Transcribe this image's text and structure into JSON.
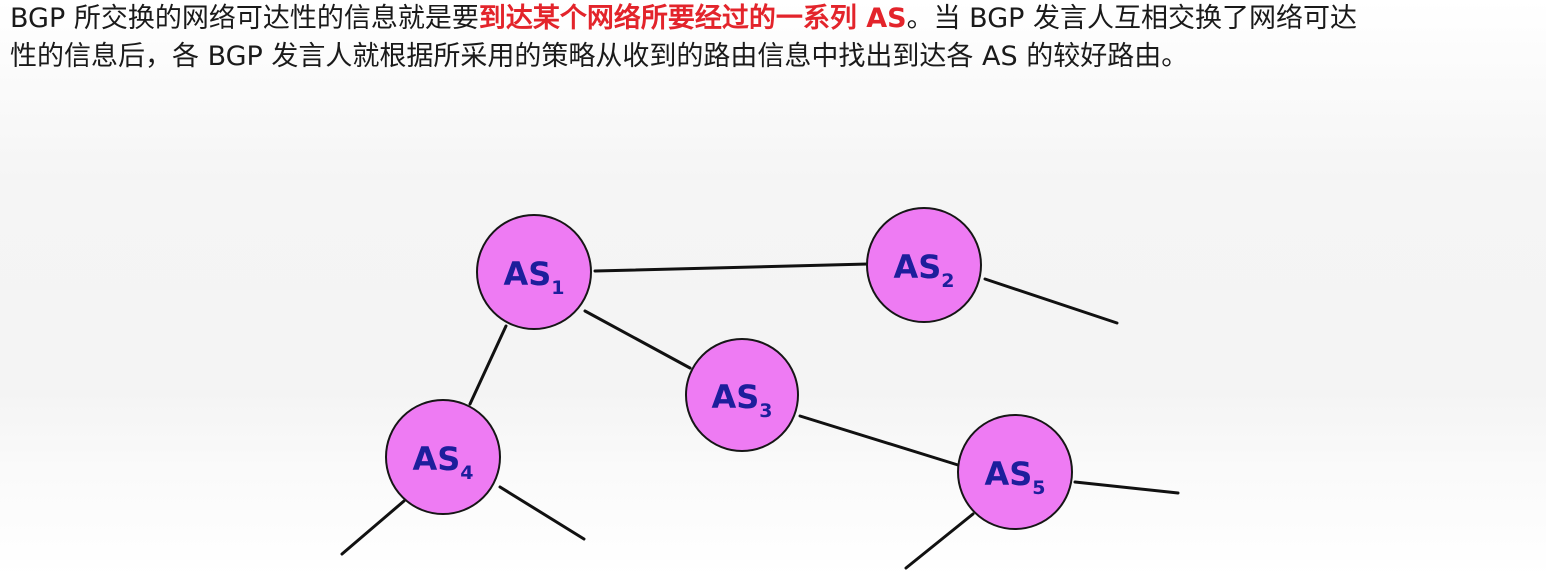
{
  "caption": {
    "line1_a": "BGP 所交换的网络可达性的信息就是要",
    "line1_highlight": "到达某个网络所要经过的一系列 AS",
    "line1_b": "。当 BGP 发言人互相交换了网络可达",
    "line2": "性的信息后，各 BGP 发言人就根据所采用的策略从收到的路由信息中找出到达各 AS 的较好路由。"
  },
  "colors": {
    "highlight": "#e3242b",
    "node_fill": "#ee7bf3",
    "node_label": "#1d1e9c"
  },
  "nodes": [
    {
      "id": "as1",
      "label": "AS",
      "sub": "1"
    },
    {
      "id": "as2",
      "label": "AS",
      "sub": "2"
    },
    {
      "id": "as3",
      "label": "AS",
      "sub": "3"
    },
    {
      "id": "as4",
      "label": "AS",
      "sub": "4"
    },
    {
      "id": "as5",
      "label": "AS",
      "sub": "5"
    }
  ],
  "edges": [
    [
      "as1",
      "as2"
    ],
    [
      "as1",
      "as3"
    ],
    [
      "as1",
      "as4"
    ],
    [
      "as3",
      "as5"
    ]
  ]
}
